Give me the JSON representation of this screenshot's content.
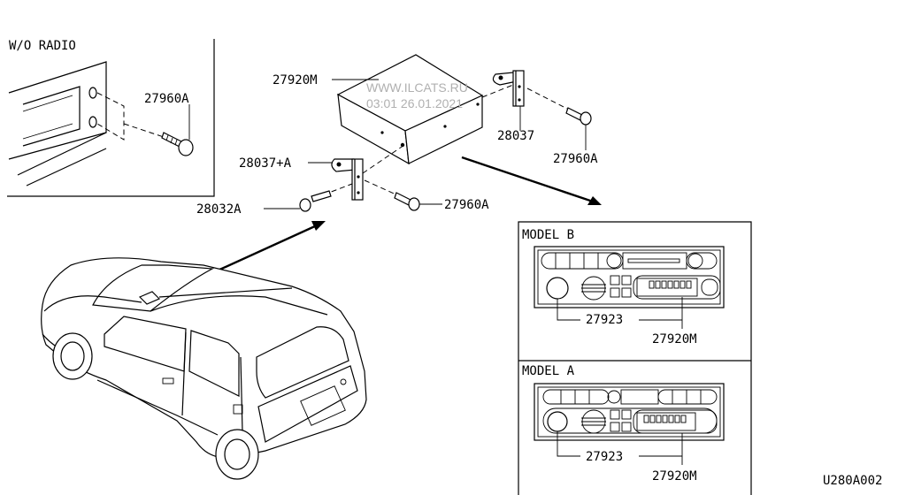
{
  "labels": {
    "wo_radio": "W/O RADIO",
    "p27960a_inset": "27960A",
    "p27920m_top": "27920M",
    "watermark_site": "WWW.ILCATS.RU",
    "watermark_time": "03:01 26.01.2021",
    "p28037": "28037",
    "p27960a_right": "27960A",
    "p28037a": "28037+A",
    "p28032a": "28032A",
    "p27960a_bottom": "27960A",
    "model_b": "MODEL B",
    "model_b_27923": "27923",
    "model_b_27920m": "27920M",
    "model_a": "MODEL A",
    "model_a_27923": "27923",
    "model_a_27920m": "27920M",
    "diagram_code": "U280A002"
  }
}
